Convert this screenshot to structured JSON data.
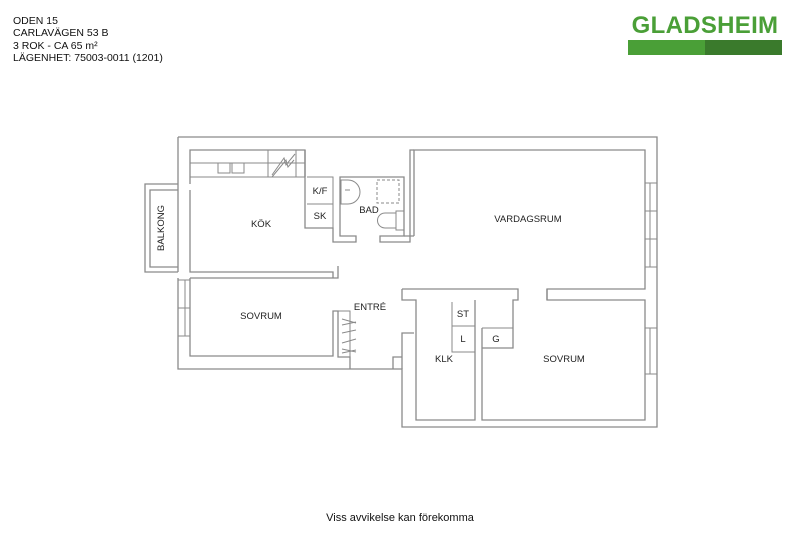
{
  "info": {
    "line1": "ODEN 15",
    "line2": "CARLAVÄGEN 53 B",
    "line3": "3 ROK - CA 65 m²",
    "line4": "LÄGENHET:  75003-0011 (1201)"
  },
  "logo": {
    "text": "GLADSHEIM",
    "color": "#4a9f37",
    "color_dark": "#3a7a2c"
  },
  "rooms": {
    "kok": "KÖK",
    "balkong": "BALKONG",
    "kf": "K/F",
    "sk": "SK",
    "bad": "BAD",
    "vardagsrum": "VARDAGSRUM",
    "sovrum1": "SOVRUM",
    "entre": "ENTRÉ",
    "st": "ST",
    "l": "L",
    "g": "G",
    "klk": "KLK",
    "sovrum2": "SOVRUM"
  },
  "footer": "Viss avvikelse kan förekomma"
}
